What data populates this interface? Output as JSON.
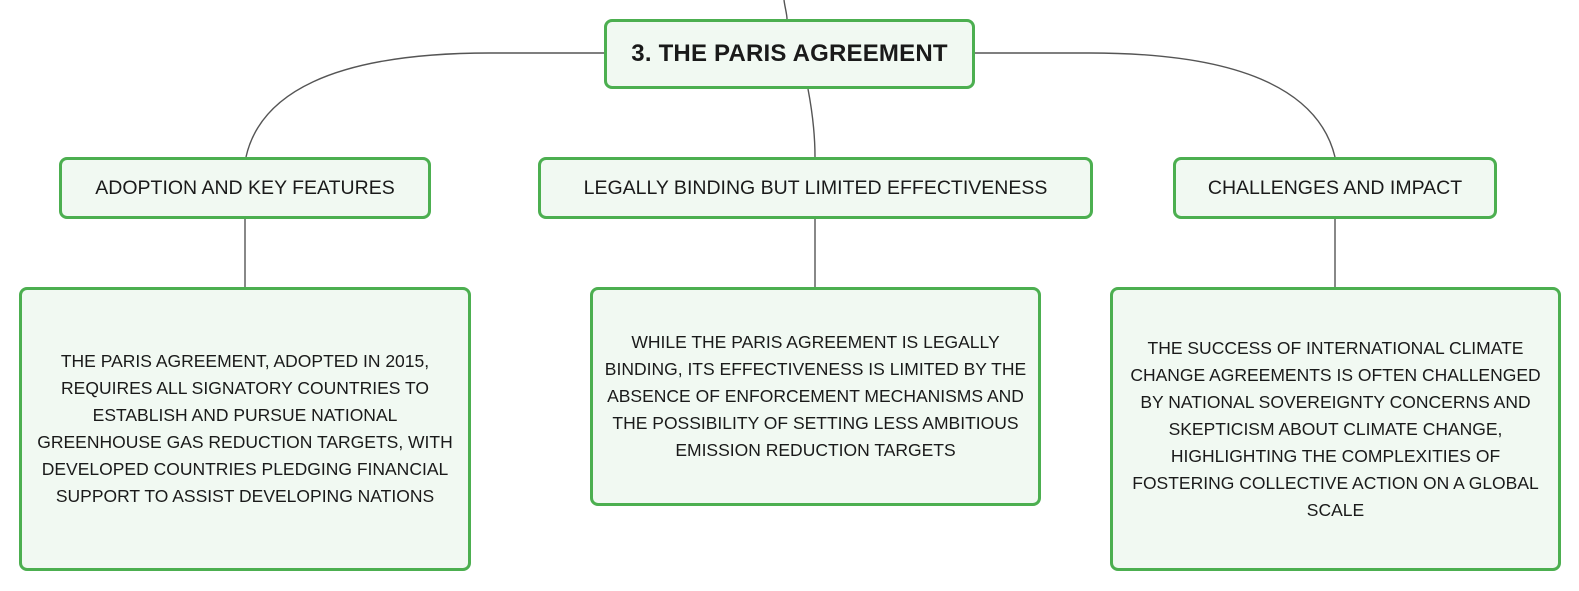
{
  "diagram": {
    "root": {
      "label": "3. THE PARIS AGREEMENT"
    },
    "branches": [
      {
        "label": "ADOPTION AND KEY FEATURES",
        "detail": "THE PARIS AGREEMENT, ADOPTED IN 2015, REQUIRES ALL SIGNATORY COUNTRIES TO ESTABLISH AND PURSUE NATIONAL GREENHOUSE GAS REDUCTION TARGETS, WITH DEVELOPED COUNTRIES PLEDGING FINANCIAL SUPPORT TO ASSIST DEVELOPING NATIONS"
      },
      {
        "label": "LEGALLY BINDING BUT LIMITED EFFECTIVENESS",
        "detail": "WHILE THE PARIS AGREEMENT IS LEGALLY BINDING, ITS EFFECTIVENESS IS LIMITED BY THE ABSENCE OF ENFORCEMENT MECHANISMS AND THE POSSIBILITY OF SETTING LESS AMBITIOUS EMISSION REDUCTION TARGETS"
      },
      {
        "label": "CHALLENGES AND IMPACT",
        "detail": "THE SUCCESS OF INTERNATIONAL CLIMATE CHANGE AGREEMENTS IS OFTEN CHALLENGED BY NATIONAL SOVEREIGNTY CONCERNS AND SKEPTICISM ABOUT CLIMATE CHANGE, HIGHLIGHTING THE COMPLEXITIES OF FOSTERING COLLECTIVE ACTION ON A GLOBAL SCALE"
      }
    ]
  },
  "colors": {
    "node_border": "#4caf50",
    "node_fill": "#f1f9f2",
    "connector": "#555555"
  }
}
